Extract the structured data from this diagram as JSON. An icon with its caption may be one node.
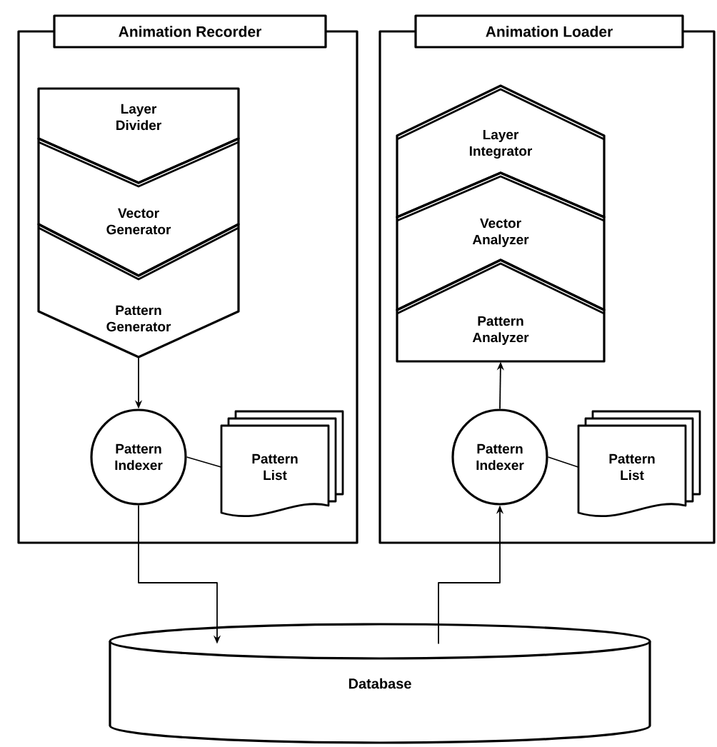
{
  "diagram": {
    "nodes": [
      {
        "text": [
          "Animation Recorder"
        ]
      },
      {
        "text": [
          "Layer Divider"
        ],
        "in": 0
      },
      {
        "text": [
          "Vector Generator"
        ],
        "in": 0
      },
      {
        "text": [
          "Pattern Generator"
        ],
        "in": 0
      },
      {
        "text": [
          "Pattern Indexer"
        ],
        "in": 0
      },
      {
        "text": [
          "Pattern List"
        ],
        "in": 0
      },
      {
        "text": [
          "Animation Loader"
        ]
      },
      {
        "text": [
          "Layer Integrator"
        ],
        "in": 6
      },
      {
        "text": [
          "Vector Analyzer"
        ],
        "in": 6
      },
      {
        "text": [
          "Pattern Analyzer"
        ],
        "in": 6
      },
      {
        "text": [
          "Pattern Indexer"
        ],
        "in": 6
      },
      {
        "text": [
          "Pattern List"
        ],
        "in": 6
      },
      {
        "text": [
          "Database"
        ]
      }
    ],
    "edges": [
      {
        "from": 3,
        "to": 4,
        "arrow": "to"
      },
      {
        "from": 4,
        "to": 5,
        "arrow": "none"
      },
      {
        "from": 4,
        "to": 12,
        "arrow": "to"
      },
      {
        "from": 12,
        "to": 10,
        "arrow": "to"
      },
      {
        "from": 10,
        "to": 9,
        "arrow": "to"
      },
      {
        "from": 10,
        "to": 11,
        "arrow": "none"
      }
    ]
  }
}
